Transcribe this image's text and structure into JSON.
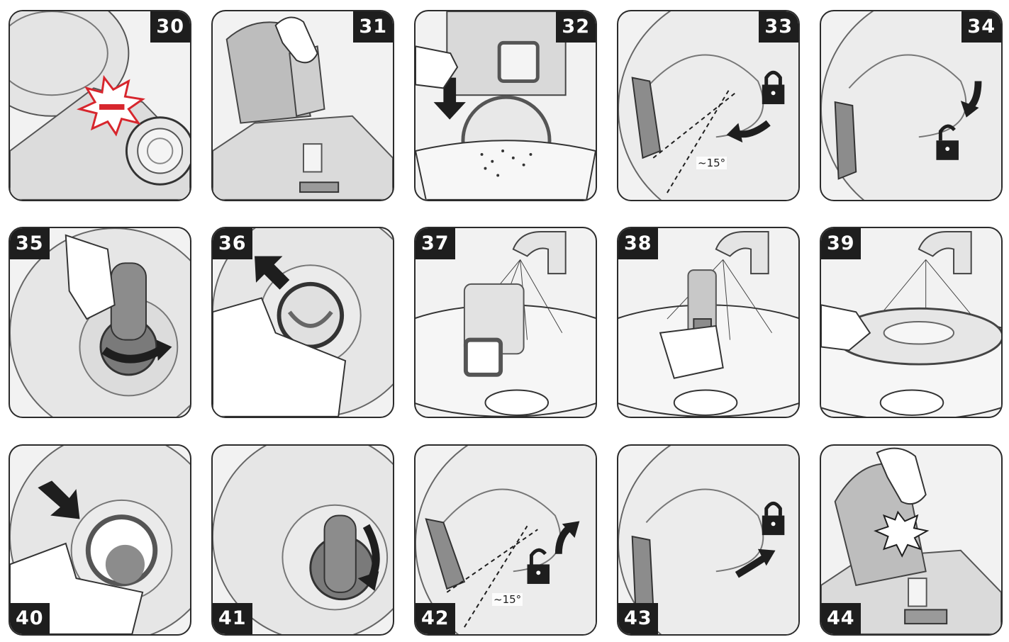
{
  "panels": [
    {
      "id": "30",
      "num": "30"
    },
    {
      "id": "31",
      "num": "31"
    },
    {
      "id": "32",
      "num": "32"
    },
    {
      "id": "33",
      "num": "33",
      "angle": "~15°"
    },
    {
      "id": "34",
      "num": "34"
    },
    {
      "id": "35",
      "num": "35"
    },
    {
      "id": "36",
      "num": "36"
    },
    {
      "id": "37",
      "num": "37"
    },
    {
      "id": "38",
      "num": "38"
    },
    {
      "id": "39",
      "num": "39"
    },
    {
      "id": "40",
      "num": "40"
    },
    {
      "id": "41",
      "num": "41"
    },
    {
      "id": "42",
      "num": "42",
      "angle": "~15°"
    },
    {
      "id": "43",
      "num": "43"
    },
    {
      "id": "44",
      "num": "44"
    }
  ],
  "colors": {
    "ink": "#1e1e1e",
    "panel_bg": "#f2f2f2",
    "part": "#8c8c8c",
    "alert": "#d7262d"
  },
  "icons": [
    "warning-burst-icon",
    "lock-icon",
    "unlock-icon",
    "arrow-icon",
    "water-spray-icon",
    "hand-icon"
  ]
}
